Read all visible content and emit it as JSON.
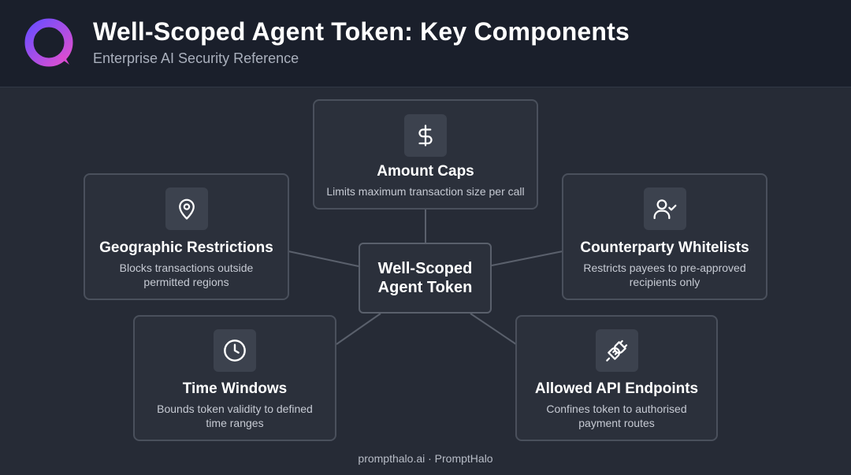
{
  "header": {
    "title": "Well-Scoped Agent Token: Key Components",
    "subtitle": "Enterprise AI Security Reference",
    "logo_icon": "ring-logo-icon"
  },
  "center": {
    "label": "Well-Scoped Agent Token"
  },
  "components": {
    "amount": {
      "title": "Amount Caps",
      "description": "Limits maximum transaction size per call",
      "icon": "dollar-icon"
    },
    "geo": {
      "title": "Geographic Restrictions",
      "description": "Blocks transactions outside permitted regions",
      "icon": "map-pin-icon"
    },
    "counterparty": {
      "title": "Counterparty Whitelists",
      "description": "Restricts payees to pre-approved recipients only",
      "icon": "user-check-icon"
    },
    "time": {
      "title": "Time Windows",
      "description": "Bounds token validity to defined time ranges",
      "icon": "clock-icon"
    },
    "api": {
      "title": "Allowed API Endpoints",
      "description": "Confines token to authorised payment routes",
      "icon": "plug-icon"
    }
  },
  "footer": {
    "text": "prompthalo.ai · PromptHalo"
  },
  "colors": {
    "background": "#262b36",
    "header_bg": "#1a1f2b",
    "card_bg": "#2b303b",
    "card_border": "#4a505c",
    "logo_gradient": [
      "#6b4dff",
      "#d64bd6"
    ]
  }
}
